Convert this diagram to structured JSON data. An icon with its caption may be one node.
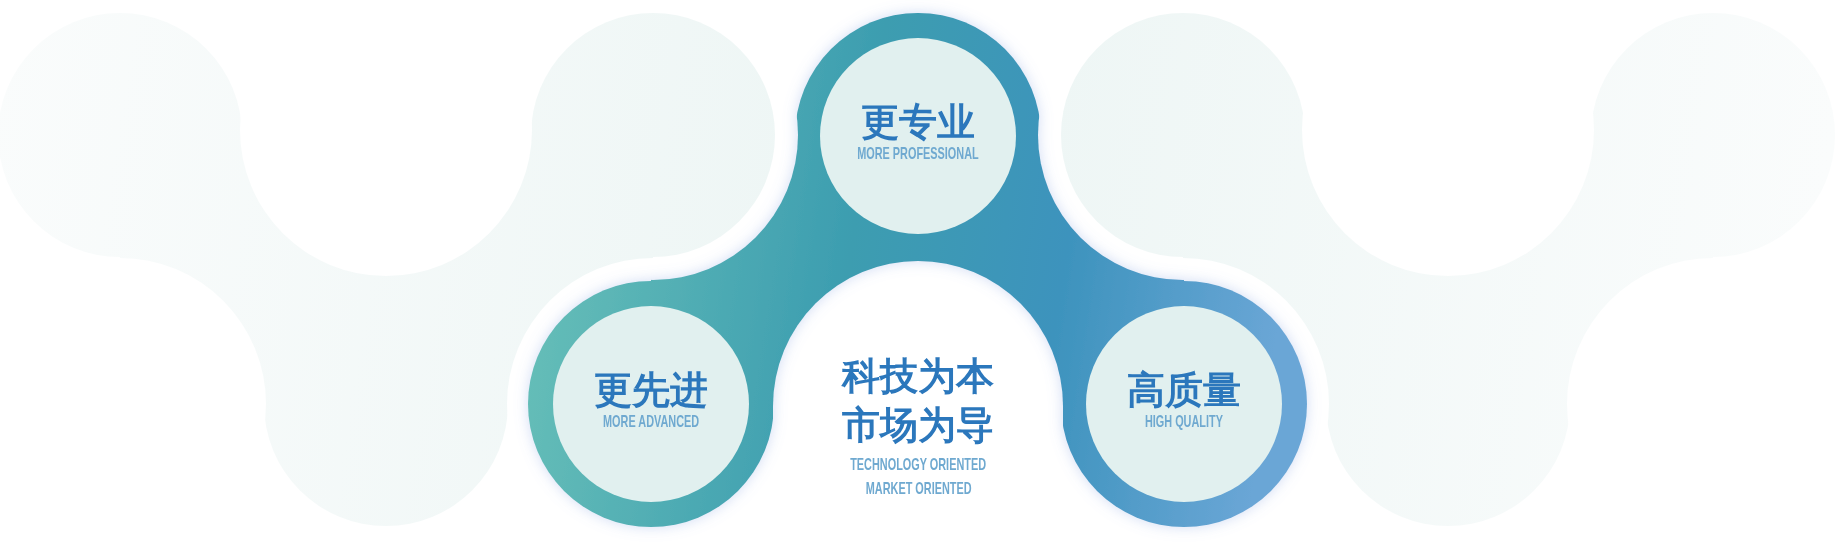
{
  "diagram": {
    "nodes": [
      {
        "text": [
          "更专业",
          "MORE PROFESSIONAL"
        ]
      },
      {
        "text": [
          "更先进",
          "MORE ADVANCED"
        ]
      },
      {
        "text": [
          "高质量",
          "HIGH QUALITY"
        ]
      }
    ],
    "labels": [
      "科技为本",
      "市场为导",
      "TECHNOLOGY ORIENTED",
      "MARKET ORIENTED"
    ]
  }
}
